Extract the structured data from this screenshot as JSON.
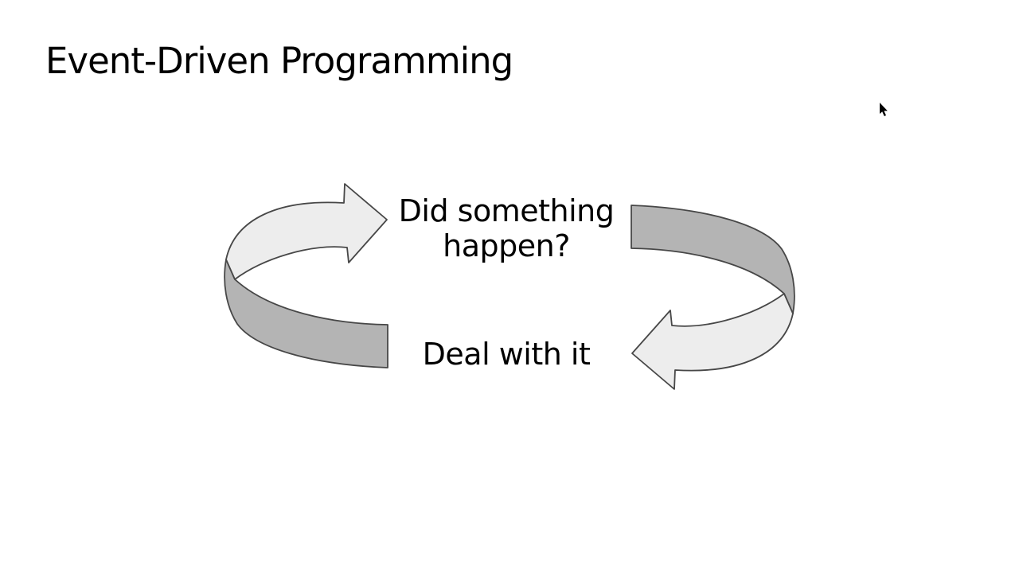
{
  "slide": {
    "title": "Event-Driven Programming",
    "diagram": {
      "type": "cycle",
      "top_label_line1": "Did something",
      "top_label_line2": "happen?",
      "bottom_label": "Deal with it",
      "colors": {
        "face": "#ededed",
        "side": "#b4b4b4",
        "outline": "#474747",
        "text": "#000000",
        "background": "#ffffff",
        "cursor": "#000000"
      },
      "icons": {
        "left_arrow": "curved-arrow-right-icon",
        "right_arrow": "curved-arrow-left-icon"
      }
    },
    "cursor_icon": "mouse-pointer-icon"
  }
}
